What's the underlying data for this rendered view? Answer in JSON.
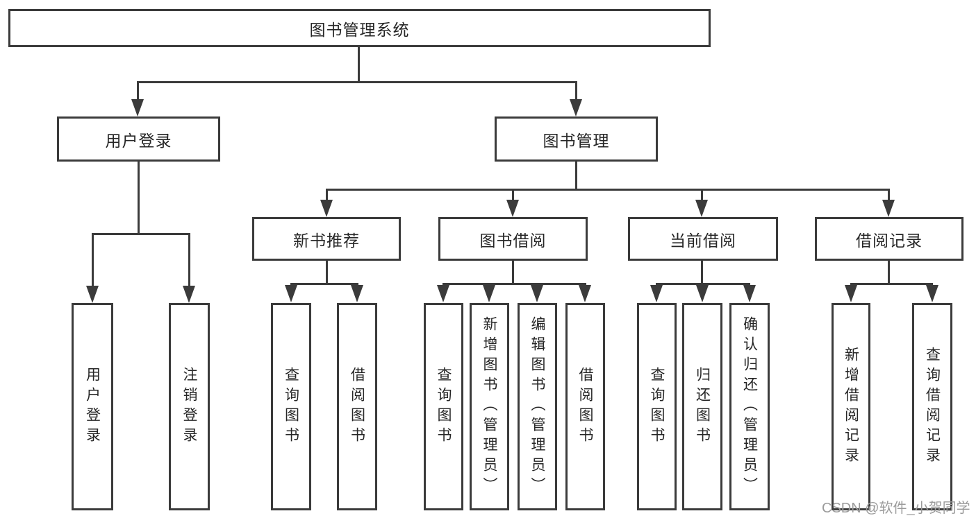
{
  "tree": {
    "root": {
      "label": "图书管理系统",
      "children": [
        {
          "label": "用户登录",
          "children": [
            {
              "label": "用户登录"
            },
            {
              "label": "注销登录"
            }
          ]
        },
        {
          "label": "图书管理",
          "children": [
            {
              "label": "新书推荐",
              "children": [
                {
                  "label": "查询图书"
                },
                {
                  "label": "借阅图书"
                }
              ]
            },
            {
              "label": "图书借阅",
              "children": [
                {
                  "label": "查询图书"
                },
                {
                  "label": "新增图书（管理员）"
                },
                {
                  "label": "编辑图书（管理员）"
                },
                {
                  "label": "借阅图书"
                }
              ]
            },
            {
              "label": "当前借阅",
              "children": [
                {
                  "label": "查询图书"
                },
                {
                  "label": "归还图书"
                },
                {
                  "label": "确认归还（管理员）"
                }
              ]
            },
            {
              "label": "借阅记录",
              "children": [
                {
                  "label": "新增借阅记录"
                },
                {
                  "label": "查询借阅记录"
                }
              ]
            }
          ]
        }
      ]
    }
  },
  "watermark": {
    "text": "CSDN @软件_小贺同学"
  },
  "colors": {
    "line": "#3b3b3b",
    "text": "#262626",
    "watermark": "#9b9b9b",
    "background": "#ffffff"
  }
}
